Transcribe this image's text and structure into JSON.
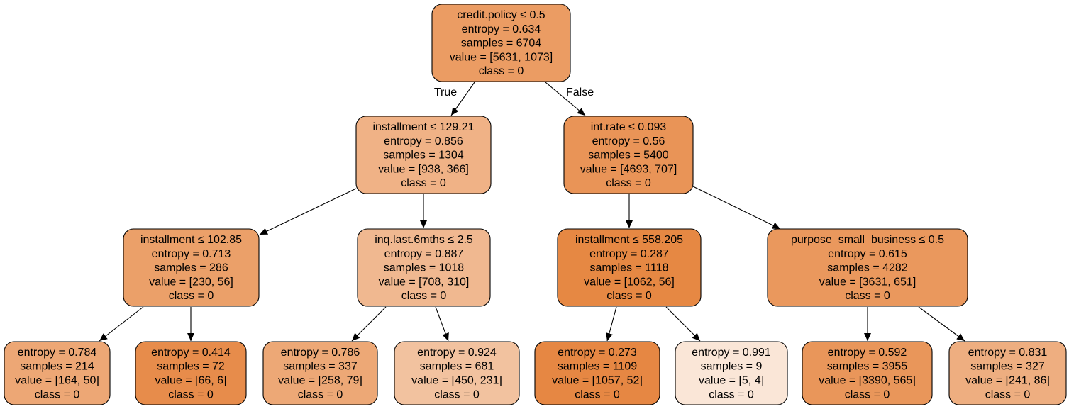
{
  "tree": {
    "nodes": [
      {
        "id": "n0",
        "lines": [
          "credit.policy ≤ 0.5",
          "entropy = 0.634",
          "samples = 6704",
          "value = [5631, 1073]",
          "class = 0"
        ],
        "fill": "#eb9c63"
      },
      {
        "id": "n1",
        "lines": [
          "installment ≤ 129.21",
          "entropy = 0.856",
          "samples = 1304",
          "value = [938, 366]",
          "class = 0"
        ],
        "fill": "#f0b286"
      },
      {
        "id": "n2",
        "lines": [
          "int.rate ≤ 0.093",
          "entropy = 0.56",
          "samples = 5400",
          "value = [4693, 707]",
          "class = 0"
        ],
        "fill": "#e99457"
      },
      {
        "id": "n3",
        "lines": [
          "installment ≤ 102.85",
          "entropy = 0.713",
          "samples = 286",
          "value = [230, 56]",
          "class = 0"
        ],
        "fill": "#eba069"
      },
      {
        "id": "n4",
        "lines": [
          "inq.last.6mths ≤ 2.5",
          "entropy = 0.887",
          "samples = 1018",
          "value = [708, 310]",
          "class = 0"
        ],
        "fill": "#f0b890"
      },
      {
        "id": "n5",
        "lines": [
          "installment ≤ 558.205",
          "entropy = 0.287",
          "samples = 1118",
          "value = [1062, 56]",
          "class = 0"
        ],
        "fill": "#e68843"
      },
      {
        "id": "n6",
        "lines": [
          "purpose_small_business ≤ 0.5",
          "entropy = 0.615",
          "samples = 4282",
          "value = [3631, 651]",
          "class = 0"
        ],
        "fill": "#ea985d"
      },
      {
        "id": "n7",
        "lines": [
          "entropy = 0.784",
          "samples = 214",
          "value = [164, 50]",
          "class = 0"
        ],
        "fill": "#eda775"
      },
      {
        "id": "n8",
        "lines": [
          "entropy = 0.414",
          "samples = 72",
          "value = [66, 6]",
          "class = 0"
        ],
        "fill": "#e78c4b"
      },
      {
        "id": "n9",
        "lines": [
          "entropy = 0.786",
          "samples = 337",
          "value = [258, 79]",
          "class = 0"
        ],
        "fill": "#eda876"
      },
      {
        "id": "n10",
        "lines": [
          "entropy = 0.924",
          "samples = 681",
          "value = [450, 231]",
          "class = 0"
        ],
        "fill": "#f2c29f"
      },
      {
        "id": "n11",
        "lines": [
          "entropy = 0.273",
          "samples = 1109",
          "value = [1057, 52]",
          "class = 0"
        ],
        "fill": "#e68743"
      },
      {
        "id": "n12",
        "lines": [
          "entropy = 0.991",
          "samples = 9",
          "value = [5, 4]",
          "class = 0"
        ],
        "fill": "#fae6d7"
      },
      {
        "id": "n13",
        "lines": [
          "entropy = 0.592",
          "samples = 3955",
          "value = [3390, 565]",
          "class = 0"
        ],
        "fill": "#e9965a"
      },
      {
        "id": "n14",
        "lines": [
          "entropy = 0.831",
          "samples = 327",
          "value = [241, 86]",
          "class = 0"
        ],
        "fill": "#eeae80"
      }
    ],
    "edges": [
      {
        "from": "n0",
        "to": "n1",
        "label": "True"
      },
      {
        "from": "n0",
        "to": "n2",
        "label": "False"
      },
      {
        "from": "n1",
        "to": "n3",
        "label": ""
      },
      {
        "from": "n1",
        "to": "n4",
        "label": ""
      },
      {
        "from": "n2",
        "to": "n5",
        "label": ""
      },
      {
        "from": "n2",
        "to": "n6",
        "label": ""
      },
      {
        "from": "n3",
        "to": "n7",
        "label": ""
      },
      {
        "from": "n3",
        "to": "n8",
        "label": ""
      },
      {
        "from": "n4",
        "to": "n9",
        "label": ""
      },
      {
        "from": "n4",
        "to": "n10",
        "label": ""
      },
      {
        "from": "n5",
        "to": "n11",
        "label": ""
      },
      {
        "from": "n5",
        "to": "n12",
        "label": ""
      },
      {
        "from": "n6",
        "to": "n13",
        "label": ""
      },
      {
        "from": "n6",
        "to": "n14",
        "label": ""
      }
    ]
  }
}
